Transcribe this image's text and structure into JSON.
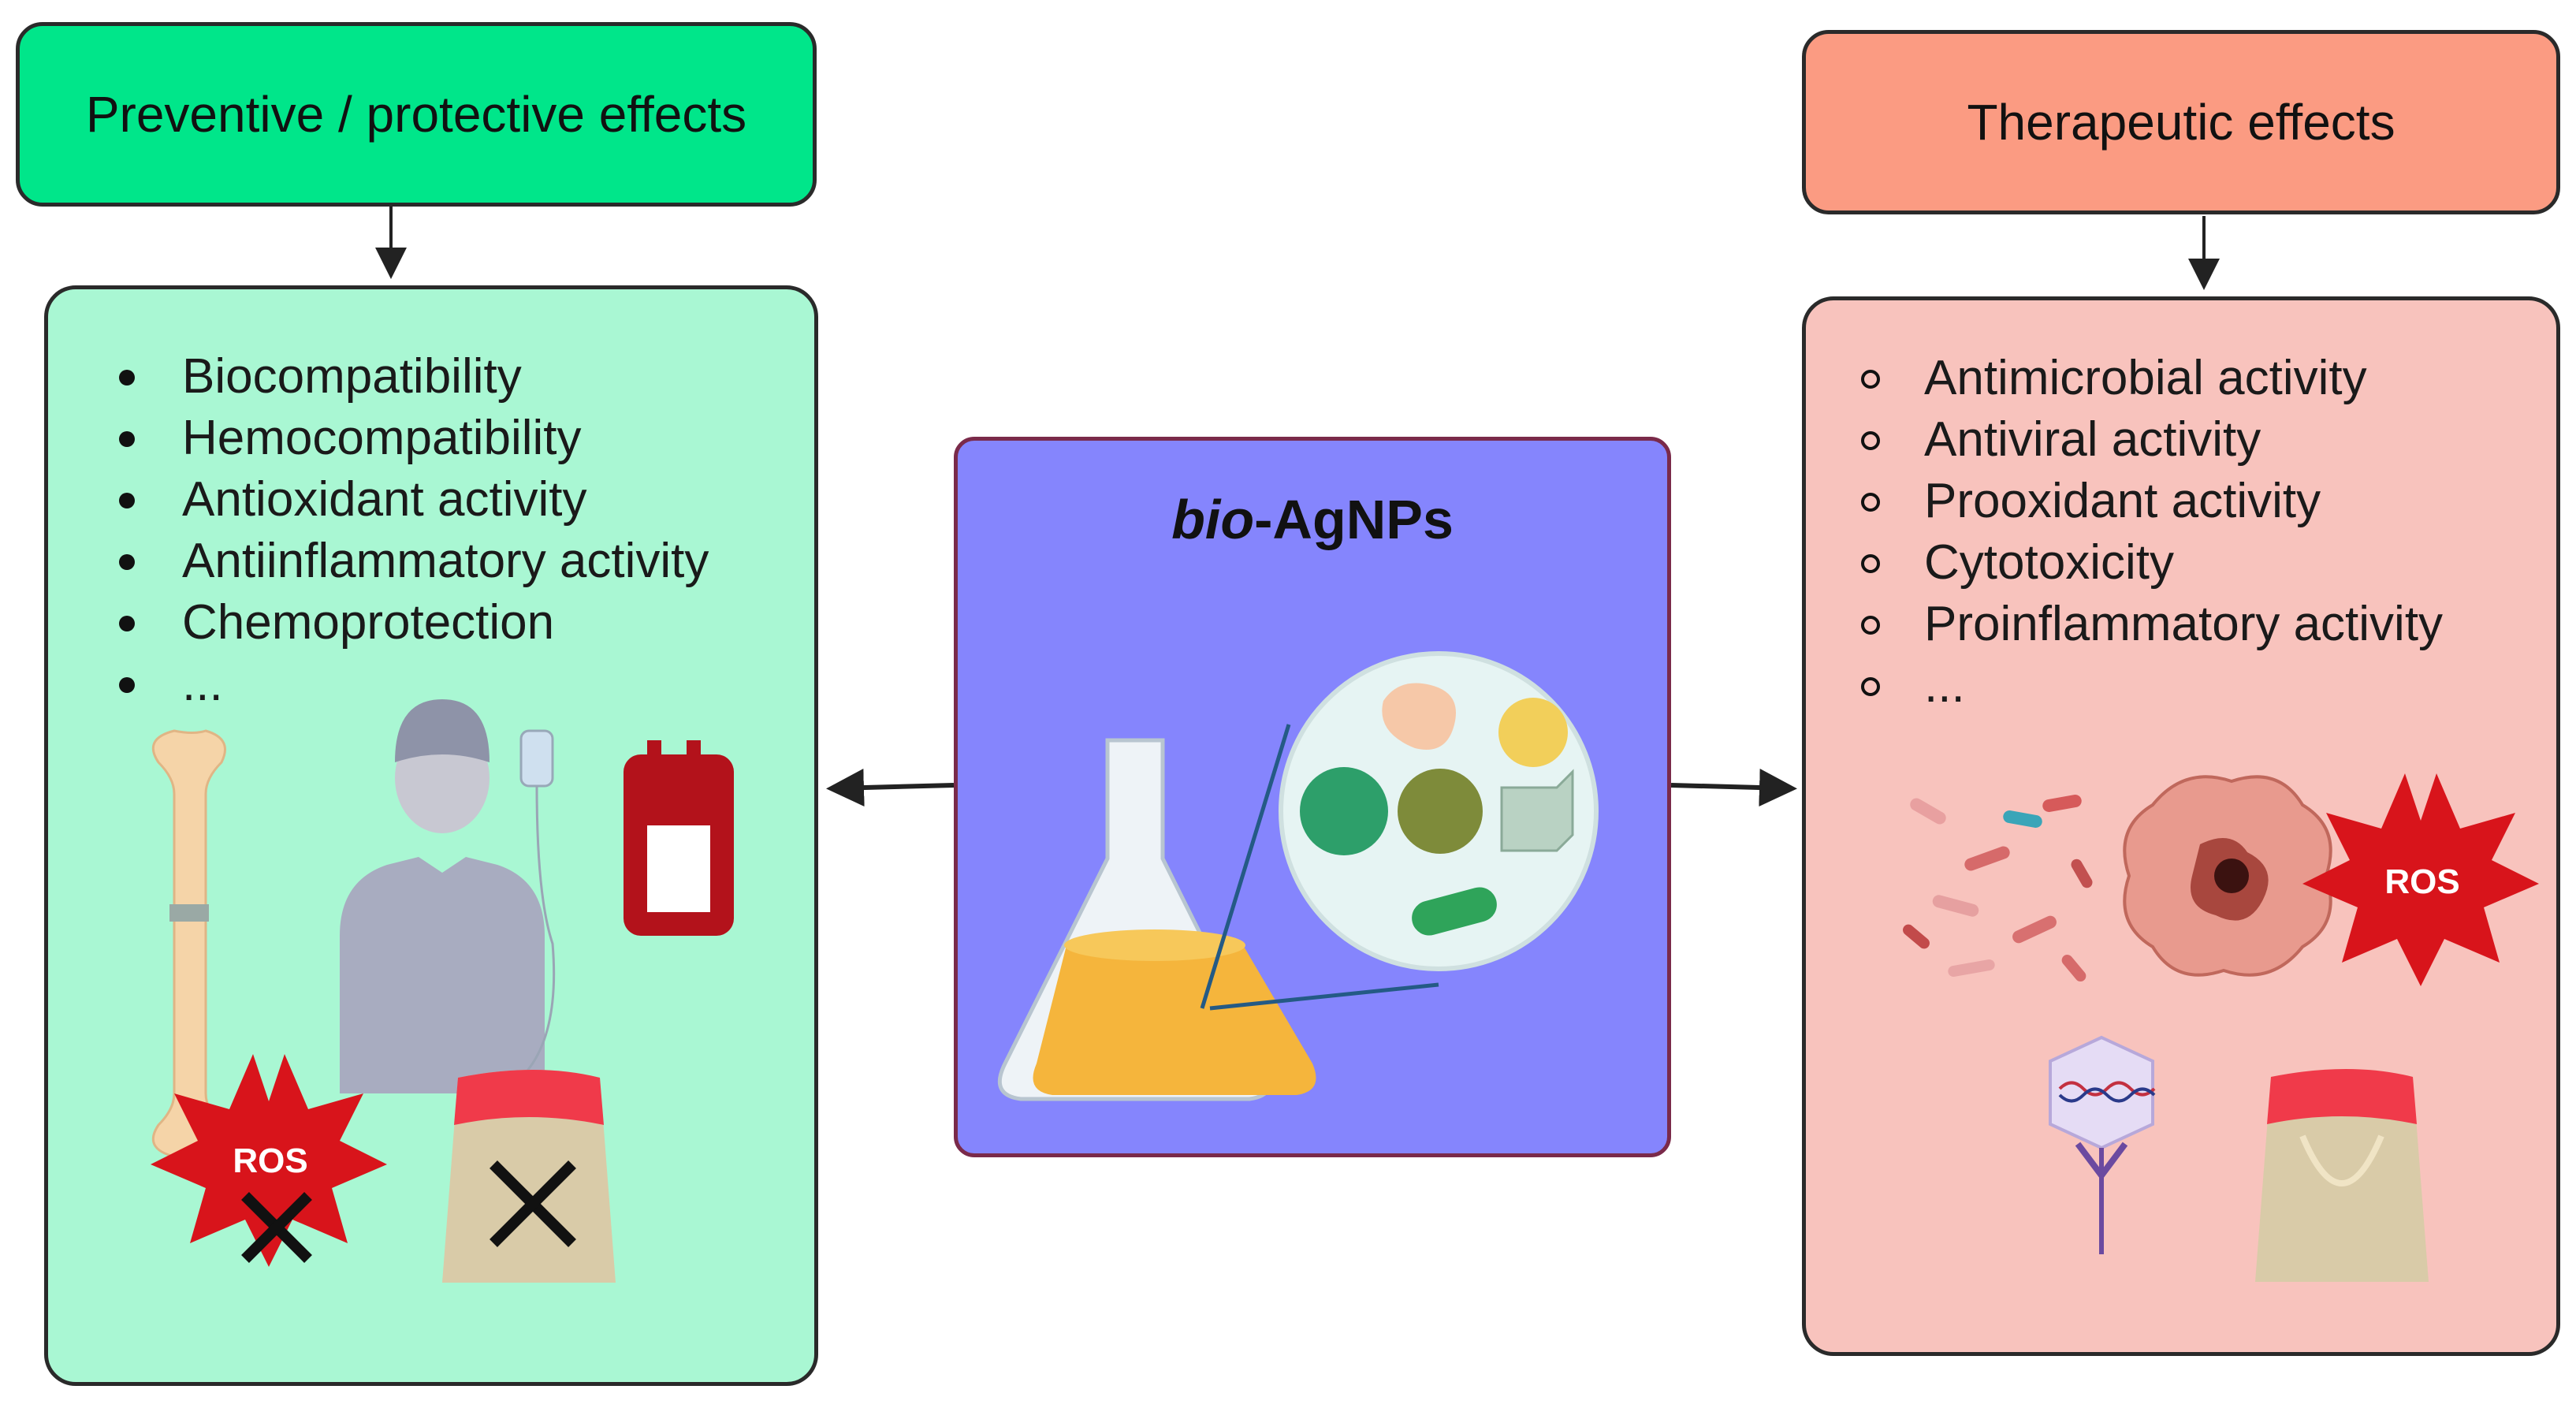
{
  "left": {
    "header": "Preventive / protective effects",
    "items": [
      "Biocompatibility",
      "Hemocompatibility",
      "Antioxidant activity",
      "Antiinflammatory activity",
      "Chemoprotection",
      "..."
    ],
    "ros_label": "ROS"
  },
  "right": {
    "header": "Therapeutic effects",
    "items": [
      "Antimicrobial activity",
      "Antiviral activity",
      "Prooxidant activity",
      "Cytotoxicity",
      "Proinflammatory activity",
      "..."
    ],
    "ros_label": "ROS"
  },
  "center": {
    "title_prefix": "bio",
    "title_suffix": "-AgNPs"
  },
  "colors": {
    "left_header": "#00e68a",
    "left_panel": "#a9f7d3",
    "right_header": "#fb9b82",
    "right_panel": "#f8c3bd",
    "center_box": "#8585fd",
    "ros_red": "#d8141b"
  }
}
